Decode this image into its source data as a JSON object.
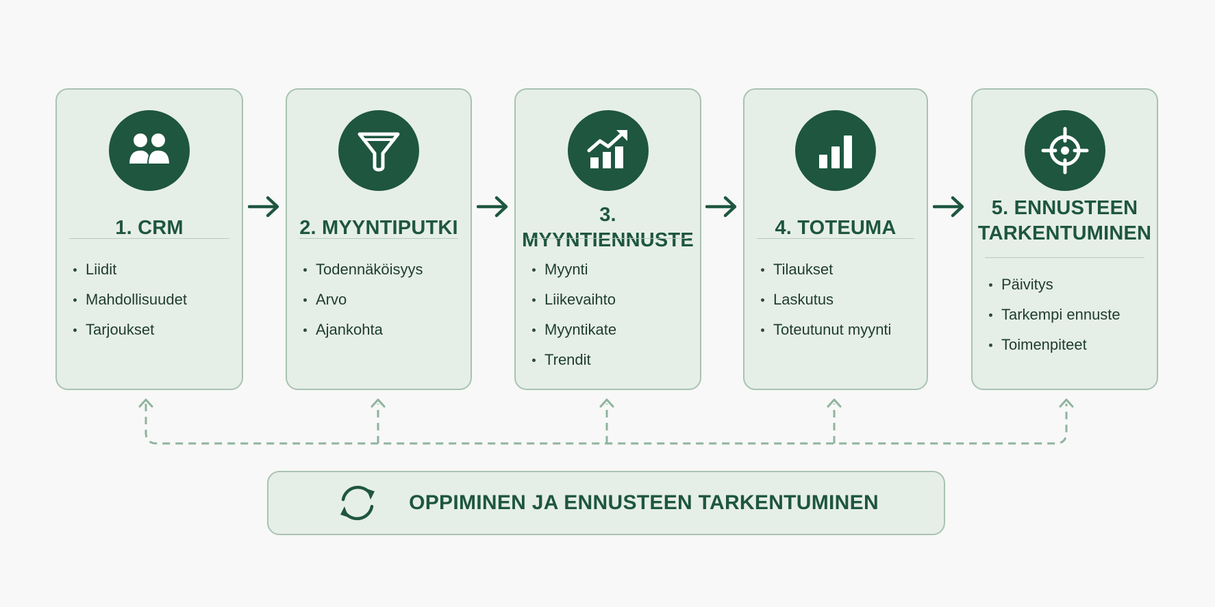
{
  "steps": [
    {
      "icon": "users-icon",
      "title": "1. CRM",
      "items": [
        "Liidit",
        "Mahdollisuudet",
        "Tarjoukset"
      ]
    },
    {
      "icon": "funnel-icon",
      "title": "2. MYYNTIPUTKI",
      "items": [
        "Todennäköisyys",
        "Arvo",
        "Ajankohta"
      ]
    },
    {
      "icon": "growth-chart-icon",
      "title": "3. MYYNTIENNUSTE",
      "items": [
        "Myynti",
        "Liikevaihto",
        "Myyntikate",
        "Trendit"
      ]
    },
    {
      "icon": "bar-chart-icon",
      "title": "4. TOTEUMA",
      "items": [
        "Tilaukset",
        "Laskutus",
        "Toteutunut myynti"
      ]
    },
    {
      "icon": "target-icon",
      "title": "5. ENNUSTEEN TARKENTUMINEN",
      "items": [
        "Päivitys",
        "Tarkempi ennuste",
        "Toimenpiteet"
      ]
    }
  ],
  "feedback": {
    "icon": "refresh-cycle-icon",
    "label": "OPPIMINEN JA ENNUSTEEN TARKENTUMINEN"
  },
  "colors": {
    "primary": "#1e5640",
    "card_bg": "#e6eee8",
    "card_border": "#a9c2b1",
    "dashed_line": "#8fb39d",
    "background": "#f7f8f7"
  }
}
